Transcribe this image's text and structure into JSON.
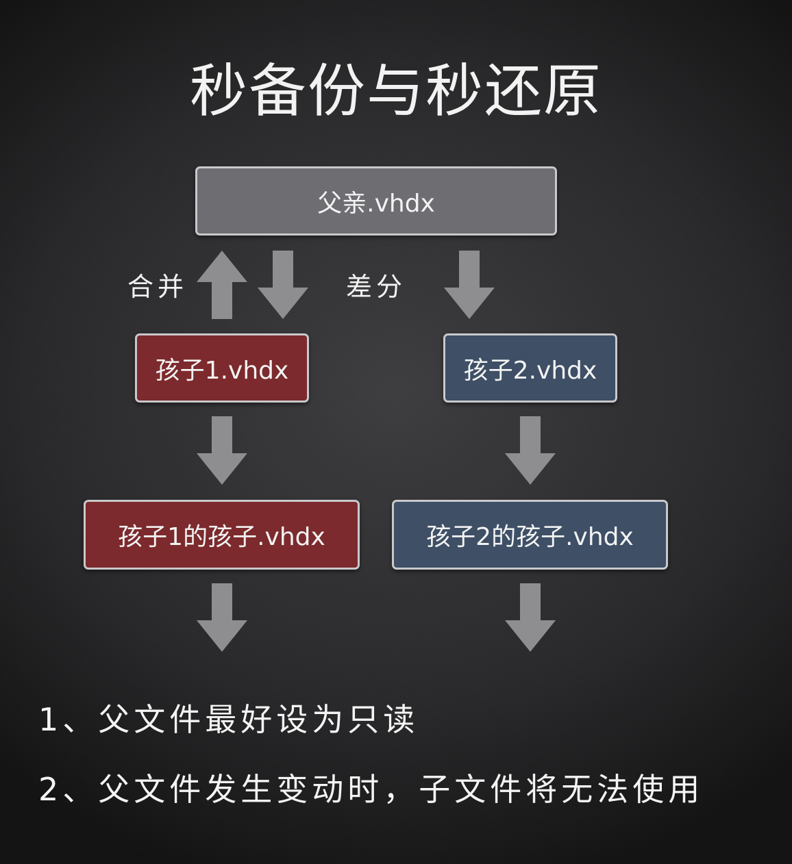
{
  "title": "秒备份与秒还原",
  "nodes": {
    "parent": "父亲.vhdx",
    "child1": "孩子1.vhdx",
    "child2": "孩子2.vhdx",
    "grandchild1": "孩子1的孩子.vhdx",
    "grandchild2": "孩子2的孩子.vhdx"
  },
  "labels": {
    "merge": "合并",
    "diff": "差分"
  },
  "notes": [
    "1、父文件最好设为只读",
    "2、父文件发生变动时，子文件将无法使用"
  ],
  "colors": {
    "parent_fill": "#6e6d72",
    "child1_branch_fill": "#7c2a2d",
    "child2_branch_fill": "#3e4f66",
    "arrow": "#8e8e91"
  }
}
